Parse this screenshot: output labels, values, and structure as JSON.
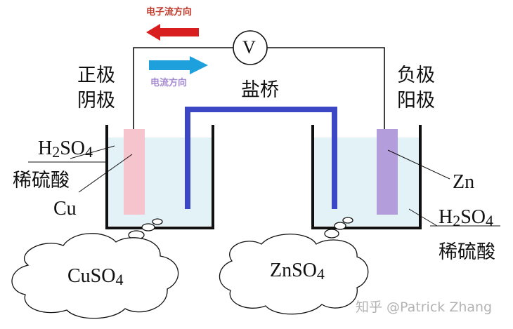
{
  "labels": {
    "electron_direction": "电子流方向",
    "current_direction": "电流方向",
    "voltmeter": "V",
    "salt_bridge": "盐桥",
    "left_pole": "正极",
    "left_electrode_role": "阴极",
    "right_pole": "负极",
    "right_electrode_role": "阳极",
    "left_acid_formula": {
      "p1": "H",
      "sub1": "2",
      "p2": "SO",
      "sub2": "4"
    },
    "left_acid_name": "稀硫酸",
    "left_metal": "Cu",
    "right_metal": "Zn",
    "right_acid_formula": {
      "p1": "H",
      "sub1": "2",
      "p2": "SO",
      "sub2": "4"
    },
    "right_acid_name": "稀硫酸",
    "left_cloud": {
      "p1": "CuSO",
      "sub": "4"
    },
    "right_cloud": {
      "p1": "ZnSO",
      "sub": "4"
    },
    "watermark": "知乎 @Patrick Zhang"
  },
  "colors": {
    "electron_arrow": "#d81e1e",
    "current_arrow": "#1ea0dc",
    "electron_text": "#c0392b",
    "current_text": "#a48ad0",
    "salt_bridge": "#3b47c4",
    "solution": "#e3f2f7",
    "cu_electrode": "#f6c4cc",
    "zn_electrode": "#b39ddb",
    "beaker": "#111111",
    "watermark": "#b3b3b3"
  }
}
